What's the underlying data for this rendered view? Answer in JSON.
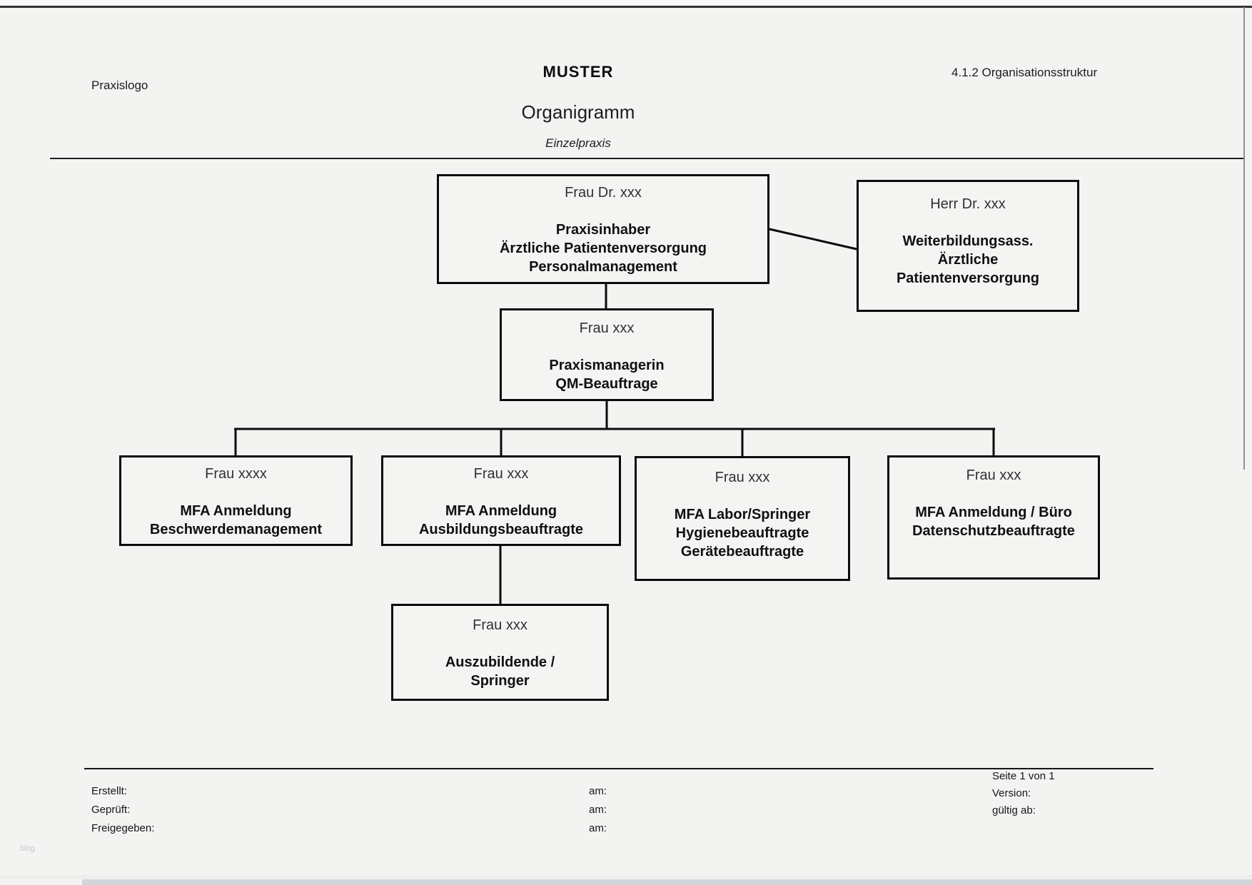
{
  "header": {
    "logo": "Praxislogo",
    "title": "MUSTER",
    "subtitle": "Organigramm",
    "practice_type": "Einzelpraxis",
    "doc_number": "4.1.2 Organisationsstruktur"
  },
  "chart": {
    "type": "org-chart",
    "nodes": [
      {
        "id": "inhaber",
        "name": "Frau Dr. xxx",
        "roles": [
          "Praxisinhaber",
          "Ärztliche Patientenversorgung",
          "Personalmanagement"
        ]
      },
      {
        "id": "weiterbildung",
        "name": "Herr Dr. xxx",
        "roles": [
          "Weiterbildungsass.",
          "Ärztliche",
          "Patientenversorgung"
        ]
      },
      {
        "id": "managerin",
        "name": "Frau xxx",
        "roles": [
          "Praxismanagerin",
          "QM-Beauftrage"
        ]
      },
      {
        "id": "mfa-anmeldung-beschwerde",
        "name": "Frau xxxx",
        "roles": [
          "MFA Anmeldung",
          "Beschwerdemanagement"
        ]
      },
      {
        "id": "mfa-anmeldung-ausbildung",
        "name": "Frau xxx",
        "roles": [
          "MFA Anmeldung",
          "Ausbildungsbeauftragte"
        ]
      },
      {
        "id": "mfa-labor",
        "name": "Frau xxx",
        "roles": [
          "MFA Labor/Springer",
          "Hygienebeauftragte",
          "Gerätebeauftragte"
        ]
      },
      {
        "id": "mfa-buero",
        "name": "Frau xxx",
        "roles": [
          "MFA Anmeldung / Büro",
          "Datenschutzbeauftragte"
        ]
      },
      {
        "id": "azubi",
        "name": "Frau xxx",
        "roles": [
          "Auszubildende /",
          "Springer"
        ]
      }
    ]
  },
  "footer": {
    "page_info": "Seite 1 von 1",
    "left_labels": [
      "Erstellt:",
      "Geprüft:",
      "Freigegeben:"
    ],
    "date_labels": [
      "am:",
      "am:",
      "am:"
    ],
    "right_labels": [
      "Version:",
      "gültig ab:"
    ]
  },
  "watermark": "blog",
  "colors": {
    "page_bg": "#f3f3f2",
    "box_border": "#0b0b0b",
    "text": "#1a1a1a",
    "bottom_bar": "#d2d5d9"
  }
}
